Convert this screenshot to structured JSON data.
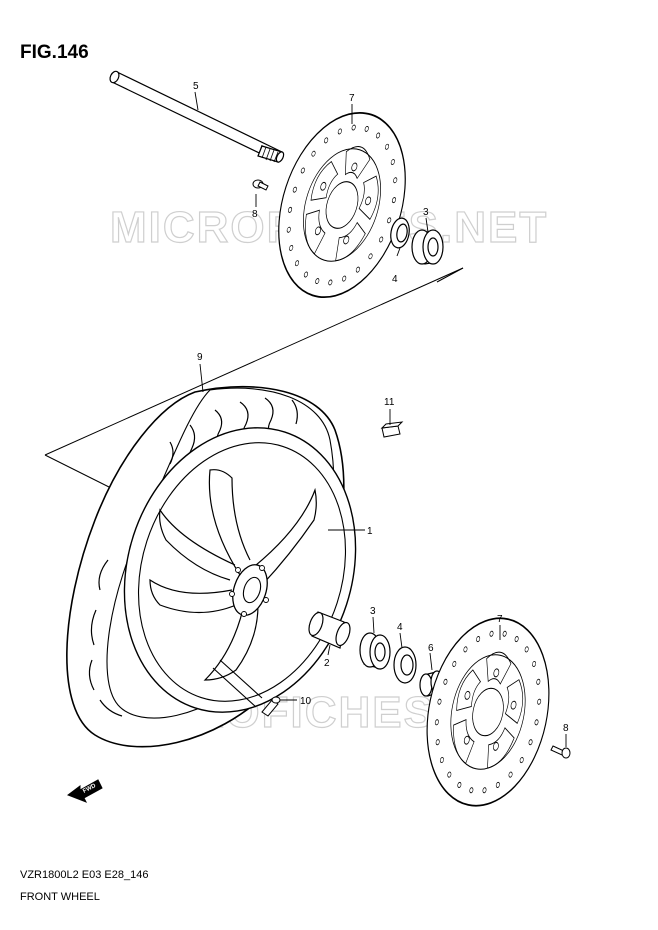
{
  "figure": {
    "title": "FIG.146",
    "model_code": "VZR1800L2 E03 E28_146",
    "caption": "FRONT WHEEL"
  },
  "watermark": "MICROFICHES.NET",
  "direction_marker": "FWD",
  "callouts": {
    "axle": "5",
    "disc_upper": "7",
    "bolt_upper": "8",
    "bearing_upper": "3",
    "seal_upper": "4",
    "tire": "9",
    "weight": "11",
    "wheel": "1",
    "spacer": "2",
    "bearing_lower": "3",
    "seal_lower": "4",
    "collar": "6",
    "disc_lower": "7",
    "bolt_lower": "8",
    "valve": "10"
  }
}
